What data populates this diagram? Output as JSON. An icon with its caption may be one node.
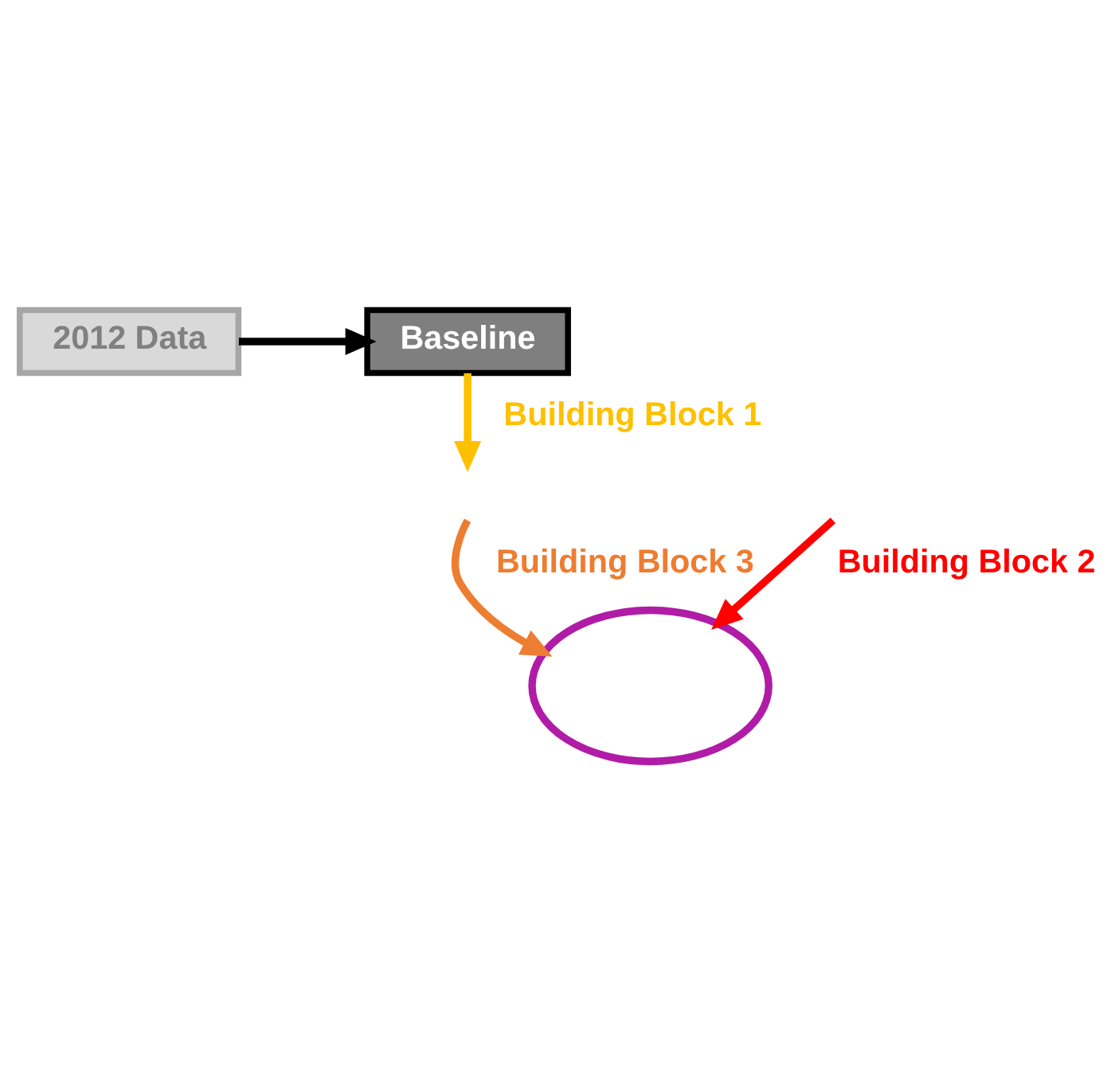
{
  "diagram": {
    "nodes": [
      {
        "text": [
          "2012 Data"
        ]
      },
      {
        "text": [
          "Baseline"
        ]
      },
      {
        "text": [],
        "shape": "ellipse"
      }
    ],
    "edges": [
      {
        "from": 0,
        "to": 1,
        "arrow": "to"
      },
      {
        "from": 1,
        "to": null,
        "arrow": "to",
        "label": "Building Block 1",
        "color": "#ffc000"
      },
      {
        "from": null,
        "to": 2,
        "arrow": "to",
        "label": "Building Block 3",
        "color": "#ed7d31"
      },
      {
        "from": null,
        "to": 2,
        "arrow": "to",
        "label": "Building Block 2",
        "color": "#ff0000"
      }
    ]
  }
}
